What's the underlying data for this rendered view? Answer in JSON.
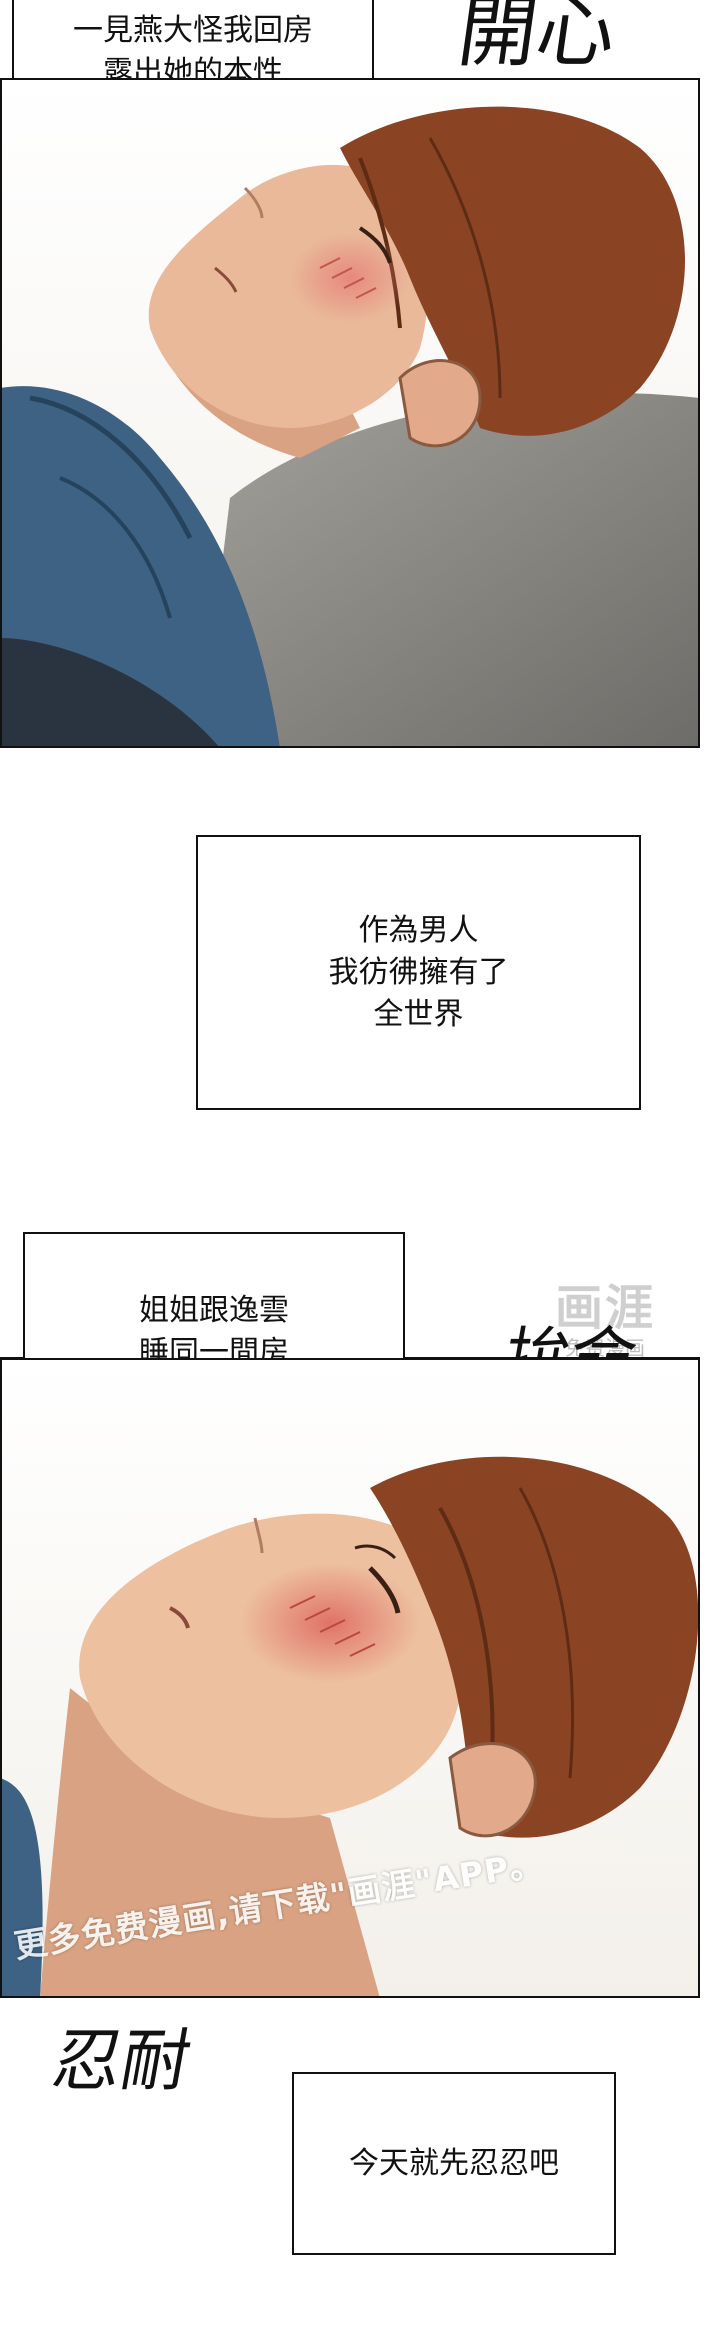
{
  "narration_top": {
    "lines": [
      "一見燕大怪我回房",
      "露出她的本性"
    ]
  },
  "sfx_top": "開心",
  "narration_middle": {
    "lines": [
      "作為男人",
      "我彷彿擁有了",
      "全世界"
    ]
  },
  "narration_lower": {
    "lines": [
      "姐姐跟逸雲",
      "睡同一間房"
    ]
  },
  "sfx_lower": "拚命",
  "narration_bottom": {
    "lines": [
      "今天就先忍忍吧"
    ]
  },
  "sfx_bottom": "忍耐",
  "watermark_logo": "画涯",
  "watermark_logo_sub": "免费漫画",
  "watermark_banner": "更多免费漫画,请下载\"画涯\"APP。",
  "colors": {
    "skin": "#e9b99a",
    "blush": "#e7837a",
    "hair": "#8a4424",
    "shirt": "#3d6283",
    "pillow": "#8c8a86",
    "ink": "#111111"
  }
}
